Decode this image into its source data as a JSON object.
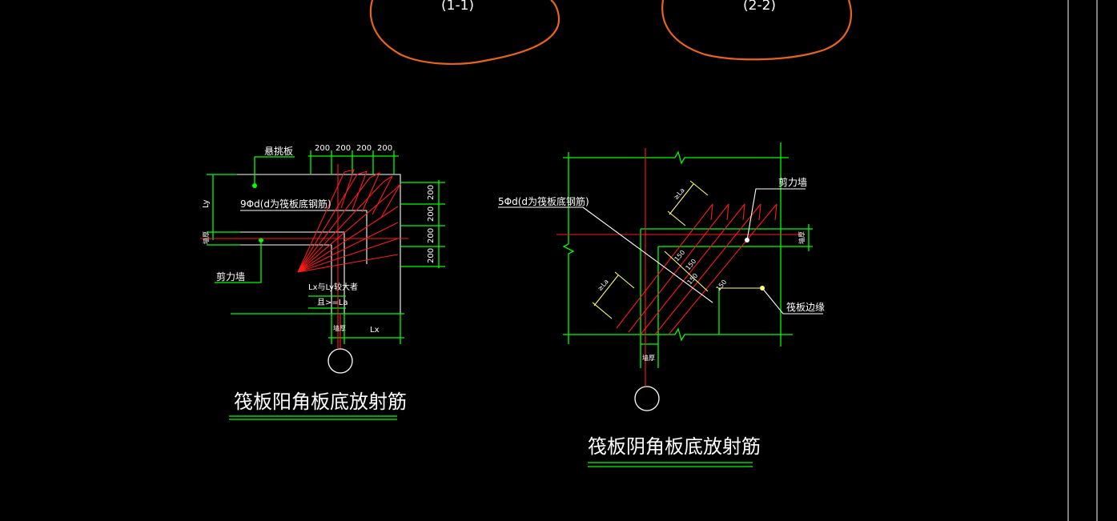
{
  "section_labels": {
    "left": "(1-1)",
    "right": "(2-2)"
  },
  "left_detail": {
    "title": "筏板阳角板底放射筋",
    "cantilever_label": "悬挑板",
    "rebar_note": "9Φd(d为筏板底钢筋)",
    "shear_wall": "剪力墙",
    "dim_top": [
      "200",
      "200",
      "200",
      "200"
    ],
    "dim_right": [
      "200",
      "200",
      "200",
      "200"
    ],
    "ly": "Ly",
    "lx": "Lx",
    "note_lxly": "Lx与Ly较大者",
    "note_la": "且>=La",
    "wall_thk": "墙厚",
    "wall_thk_v": "墙厚"
  },
  "right_detail": {
    "title": "筏板阴角板底放射筋",
    "rebar_note": "5Φd(d为筏板底钢筋)",
    "shear_wall": "剪力墙",
    "raft_edge": "筏板边缘",
    "wall_thk": "墙厚",
    "wall_thk_v": "墙厚",
    "la_top": "≥La",
    "la_bot": "≥La",
    "spacing": [
      "150",
      "150",
      "150",
      "150"
    ]
  },
  "colors": {
    "line_green": "#00ff00",
    "line_red": "#ff1a1a",
    "cloud_orange": "#e8641e",
    "text": "#ffffff"
  }
}
